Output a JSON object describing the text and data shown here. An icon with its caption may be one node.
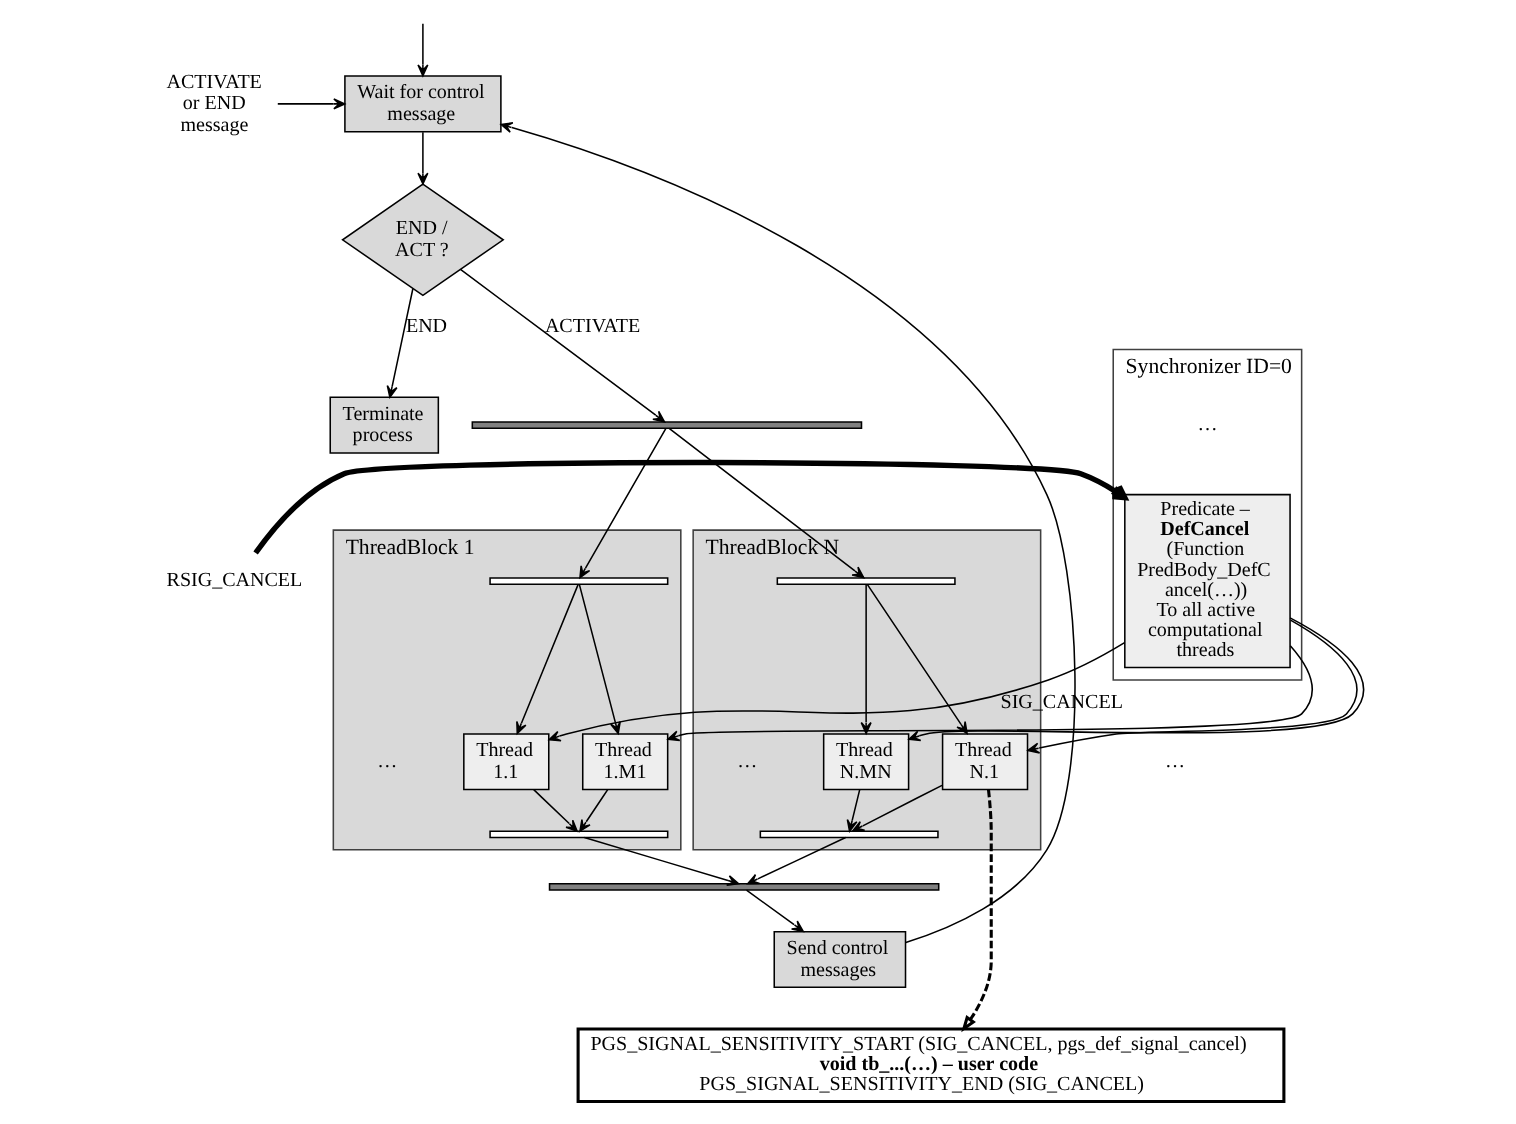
{
  "diagram": {
    "nodes": [
      {
        "text": [
          "ACTIVATE or END message"
        ]
      },
      {
        "text": [
          "Wait for control message"
        ]
      },
      {
        "text": [
          "END / ACT ?"
        ]
      },
      {
        "text": [
          "Terminate process"
        ]
      },
      {
        "text": [],
        "shape": "bar"
      },
      {
        "text": [
          "ThreadBlock 1"
        ]
      },
      {
        "text": [],
        "shape": "bar",
        "in": 5
      },
      {
        "text": [
          "Thread 1.1"
        ],
        "in": 5
      },
      {
        "text": [
          "Thread 1.M1"
        ],
        "in": 5
      },
      {
        "text": [],
        "shape": "bar",
        "in": 5
      },
      {
        "text": [
          "ThreadBlock N"
        ]
      },
      {
        "text": [],
        "shape": "bar",
        "in": 10
      },
      {
        "text": [
          "Thread N.1"
        ],
        "in": 10
      },
      {
        "text": [
          "Thread N.MN"
        ],
        "in": 10
      },
      {
        "text": [],
        "shape": "bar",
        "in": 10
      },
      {
        "text": [],
        "shape": "bar"
      },
      {
        "text": [
          "Send control messages"
        ]
      },
      {
        "text": [
          "PGS_SIGNAL_SENSITIVITY_START (SIG_CANCEL, pgs_def_signal_cancel)",
          "void tb_...(…) – user code",
          "PGS_SIGNAL_SENSITIVITY_END (SIG_CANCEL)"
        ]
      },
      {
        "text": [
          "Synchronizer ID=0"
        ]
      },
      {
        "text": [
          "Predicate – **DefCancel** (Function PredBody_DefC ancel(…))",
          "To all active computational threads"
        ],
        "in": 18
      },
      {
        "text": [
          "RSIG_CANCEL"
        ]
      }
    ],
    "edges": [
      {
        "from": null,
        "to": 1,
        "arrow": "to"
      },
      {
        "from": 0,
        "to": 1,
        "arrow": "to"
      },
      {
        "from": 1,
        "to": 2,
        "arrow": "to"
      },
      {
        "from": 2,
        "to": 3,
        "arrow": "to",
        "label": "END"
      },
      {
        "from": 2,
        "to": 4,
        "arrow": "to",
        "label": "ACTIVATE"
      },
      {
        "from": 4,
        "to": 6,
        "arrow": "to"
      },
      {
        "from": 4,
        "to": 11,
        "arrow": "to"
      },
      {
        "from": 6,
        "to": 7,
        "arrow": "to"
      },
      {
        "from": 6,
        "to": 8,
        "arrow": "to"
      },
      {
        "from": 7,
        "to": 9,
        "arrow": "to"
      },
      {
        "from": 8,
        "to": 9,
        "arrow": "to"
      },
      {
        "from": 11,
        "to": 12,
        "arrow": "to"
      },
      {
        "from": 11,
        "to": 13,
        "arrow": "to"
      },
      {
        "from": 12,
        "to": 14,
        "arrow": "to"
      },
      {
        "from": 13,
        "to": 14,
        "arrow": "to"
      },
      {
        "from": 9,
        "to": 15,
        "arrow": "to"
      },
      {
        "from": 14,
        "to": 15,
        "arrow": "to"
      },
      {
        "from": 15,
        "to": 16,
        "arrow": "to"
      },
      {
        "from": 16,
        "to": 1,
        "arrow": "to"
      },
      {
        "from": 19,
        "to": 7,
        "arrow": "to",
        "label": "SIG_CANCEL"
      },
      {
        "from": 19,
        "to": 8,
        "arrow": "to"
      },
      {
        "from": 19,
        "to": 12,
        "arrow": "to"
      },
      {
        "from": 19,
        "to": 13,
        "arrow": "to"
      },
      {
        "from": 20,
        "to": 19,
        "arrow": "to",
        "style": "thick"
      },
      {
        "from": 12,
        "to": 17,
        "arrow": "to",
        "style": "dashed"
      }
    ],
    "labels": [
      "…",
      "…",
      "…",
      "…"
    ]
  }
}
